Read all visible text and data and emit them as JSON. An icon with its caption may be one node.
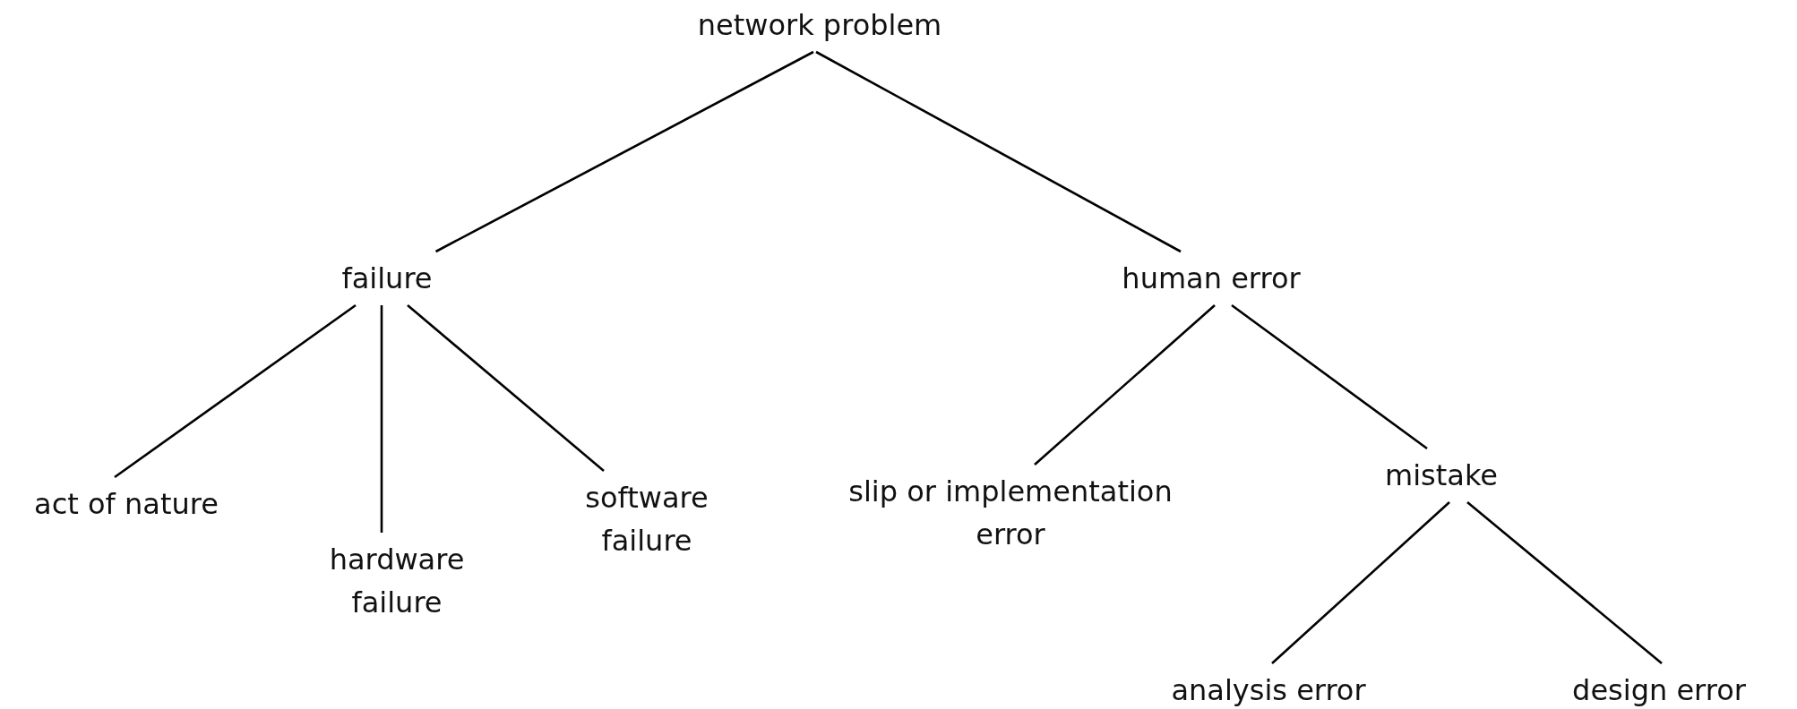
{
  "diagram": {
    "nodes": [
      {
        "text": [
          "network problem"
        ]
      },
      {
        "text": [
          "failure"
        ]
      },
      {
        "text": [
          "human error"
        ]
      },
      {
        "text": [
          "act of nature"
        ]
      },
      {
        "text": [
          "hardware failure"
        ]
      },
      {
        "text": [
          "software failure"
        ]
      },
      {
        "text": [
          "slip or implementation error"
        ]
      },
      {
        "text": [
          "mistake"
        ]
      },
      {
        "text": [
          "analysis error"
        ]
      },
      {
        "text": [
          "design error"
        ]
      }
    ],
    "edges": [
      {
        "from": 0,
        "to": 1,
        "arrow": "none"
      },
      {
        "from": 0,
        "to": 2,
        "arrow": "none"
      },
      {
        "from": 1,
        "to": 3,
        "arrow": "none"
      },
      {
        "from": 1,
        "to": 4,
        "arrow": "none"
      },
      {
        "from": 1,
        "to": 5,
        "arrow": "none"
      },
      {
        "from": 2,
        "to": 6,
        "arrow": "none"
      },
      {
        "from": 2,
        "to": 7,
        "arrow": "none"
      },
      {
        "from": 7,
        "to": 8,
        "arrow": "none"
      },
      {
        "from": 7,
        "to": 9,
        "arrow": "none"
      }
    ]
  }
}
